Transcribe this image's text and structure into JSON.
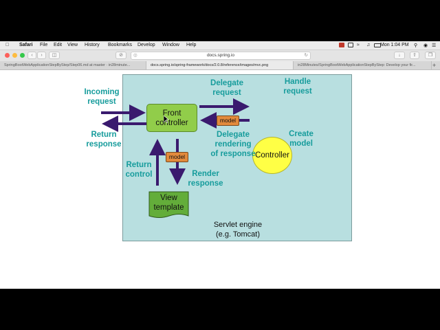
{
  "menubar": {
    "apple_icon": "apple-icon",
    "app": "Safari",
    "items": [
      "File",
      "Edit",
      "View",
      "History",
      "Bookmarks",
      "Develop",
      "Window",
      "Help"
    ],
    "clock": "Mon 1:04 PM"
  },
  "toolbar": {
    "address": "docs.spring.io"
  },
  "tabs": [
    "SpringBootWebApplicationStepByStep/Step06.md at master · in28minute...",
    "docs.spring.io/spring-framework/docs/2.0.8/reference/images/mvc.png",
    "in28Minutes/SpringBootWebApplicationStepByStep: Develop your fir..."
  ],
  "diagram": {
    "incoming_request": [
      "Incoming",
      "request"
    ],
    "return_response": [
      "Return",
      "response"
    ],
    "delegate_request": [
      "Delegate",
      "request"
    ],
    "handle_request": [
      "Handle",
      "request"
    ],
    "front_controller": [
      "Front",
      "controller"
    ],
    "controller": "Controller",
    "model_top": "model",
    "model_bottom": "model",
    "delegate_rendering": [
      "Delegate",
      "rendering",
      "of response"
    ],
    "create_model": [
      "Create",
      "model"
    ],
    "return_control": [
      "Return",
      "control"
    ],
    "render_response": [
      "Render",
      "response"
    ],
    "view_template": [
      "View",
      "template"
    ],
    "servlet_engine": [
      "Servlet engine",
      "(e.g. Tomcat)"
    ],
    "colors": {
      "background": "#b8dfe0",
      "label": "#169c9c",
      "arrow": "#3a1a6e",
      "front_controller": "#91cd4a",
      "controller": "#ffff45",
      "model": "#e28a3c",
      "view_template": "#63ad3a"
    }
  }
}
